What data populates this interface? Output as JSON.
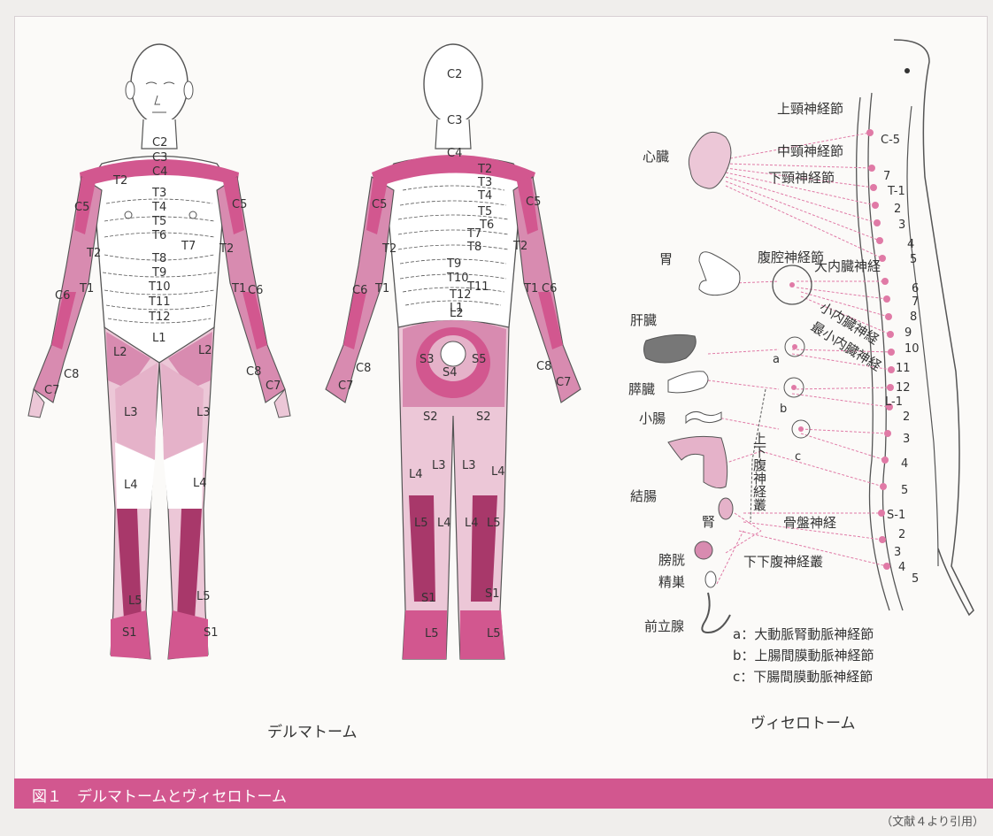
{
  "colors": {
    "accent": "#d2578f",
    "dermatome_dark": "#a8386a",
    "dermatome_mid": "#d88bb0",
    "dermatome_light": "#ecc7d7",
    "nerve_line": "#e07aa6"
  },
  "front_labels": [
    "C2",
    "C3",
    "C4",
    "T2",
    "T3",
    "T4",
    "T5",
    "T6",
    "T7",
    "T8",
    "T9",
    "T10",
    "T11",
    "T12",
    "L1",
    "C5",
    "C5",
    "T2",
    "T2",
    "T1",
    "T1",
    "C6",
    "C6",
    "L2",
    "L2",
    "C8",
    "C8",
    "C7",
    "C7",
    "L3",
    "L3",
    "L4",
    "L4",
    "L5",
    "L5",
    "S1",
    "S1"
  ],
  "back_labels": [
    "C2",
    "C3",
    "C4",
    "T2",
    "T3",
    "T4",
    "T5",
    "T6",
    "T7",
    "T8",
    "T9",
    "T10",
    "T11",
    "T12",
    "L1",
    "L2",
    "C5",
    "C5",
    "T2",
    "T2",
    "T1",
    "T1",
    "C6",
    "C6",
    "C8",
    "C8",
    "C7",
    "C7",
    "S3",
    "S4",
    "S5",
    "S2",
    "S2",
    "L3",
    "L3",
    "L4",
    "L4",
    "L4",
    "L4",
    "L5",
    "L5",
    "S1",
    "S1",
    "L5",
    "L5"
  ],
  "spine_labels": [
    "C-5",
    "7",
    "T-1",
    "2",
    "3",
    "4",
    "5",
    "6",
    "7",
    "8",
    "9",
    "10",
    "11",
    "12",
    "L-1",
    "2",
    "3",
    "4",
    "5",
    "S-1",
    "2",
    "3",
    "4",
    "5"
  ],
  "ganglia": {
    "superior_cervical": "上頸神経節",
    "middle_cervical": "中頸神経節",
    "inferior_cervical": "下頸神経節",
    "celiac": "腹腔神経節",
    "greater_splanchnic": "大内臓神経",
    "lesser_splanchnic": "小内臓神経",
    "least_splanchnic": "最小内臓神経",
    "superior_hypogastric": "上下腹神経叢",
    "pelvic": "骨盤神経",
    "inferior_hypogastric": "下下腹神経叢"
  },
  "organs": [
    "心臓",
    "胃",
    "肝臓",
    "膵臓",
    "小腸",
    "結腸",
    "腎",
    "膀胱",
    "精巣",
    "前立腺"
  ],
  "ganglion_letters": [
    "a",
    "b",
    "c"
  ],
  "legend": [
    "a：大動脈腎動脈神経節",
    "b：上腸間膜動脈神経節",
    "c：下腸間膜動脈神経節"
  ],
  "captions": {
    "left": "デルマトーム",
    "right": "ヴィセロトーム"
  },
  "figure_caption": "図１　デルマトームとヴィセロトーム",
  "reference": "（文献４より引用）"
}
